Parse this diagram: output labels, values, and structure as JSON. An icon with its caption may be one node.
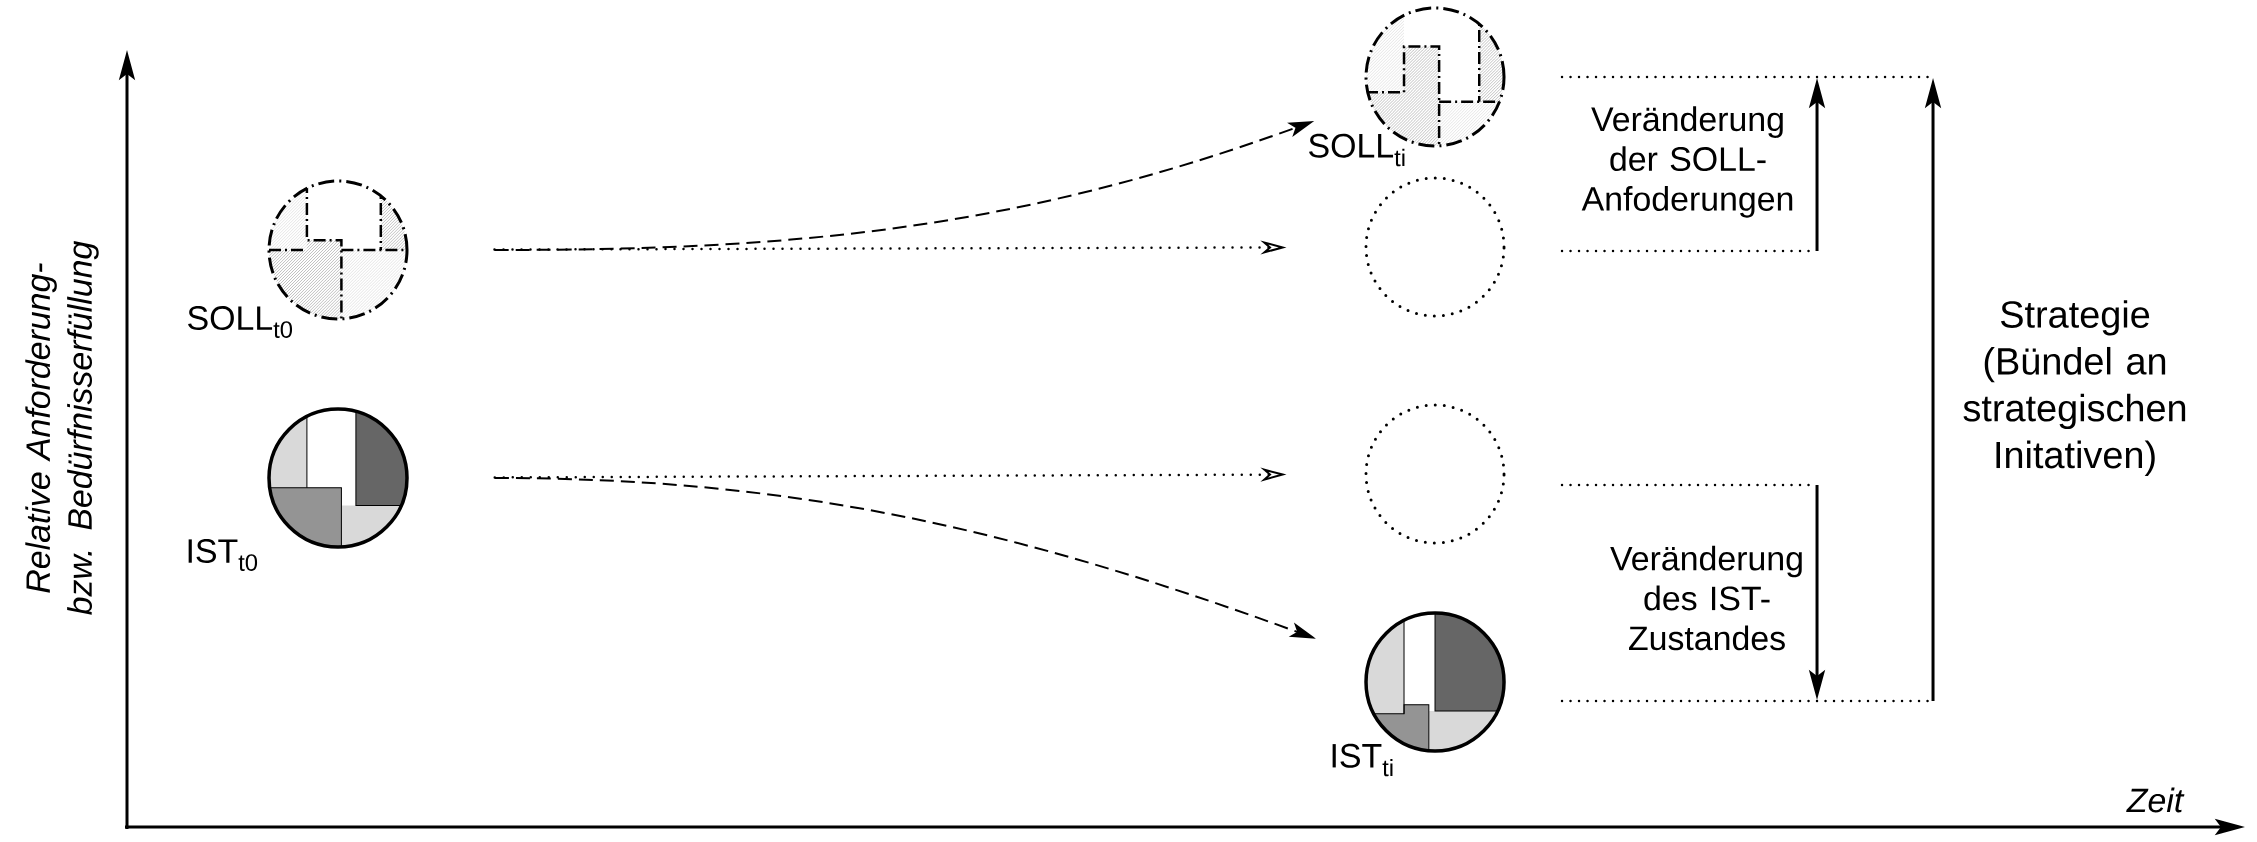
{
  "diagram": {
    "nodes": [
      {
        "text": [],
        "shape": "circle",
        "beside": [
          "SOLL$_{t0}$"
        ]
      },
      {
        "text": [],
        "shape": "circle",
        "beside": [
          "IST$_{t0}$"
        ]
      },
      {
        "text": [],
        "shape": "circle",
        "beside": [
          "SOLL$_{ti}$"
        ]
      },
      {
        "text": [],
        "shape": "circle"
      },
      {
        "text": [],
        "shape": "circle"
      },
      {
        "text": [],
        "shape": "circle",
        "beside": [
          "IST$_{ti}$"
        ]
      }
    ],
    "edges": [
      {
        "from": 0,
        "to": 2,
        "arrow": "to",
        "style": "dashed"
      },
      {
        "from": 0,
        "to": 3,
        "arrow": "to"
      },
      {
        "from": 1,
        "to": 4,
        "arrow": "to"
      },
      {
        "from": 1,
        "to": 5,
        "arrow": "to",
        "style": "dashed"
      }
    ],
    "labels": [
      "Relative Anforderung- bzw. Bedürfnisserfüllung",
      "Veränderung der SOLL- Anfoderungen",
      "Strategie (Bündel an strategischen Initativen)",
      "Veränderung des IST- Zustandes",
      "Zeit"
    ]
  }
}
